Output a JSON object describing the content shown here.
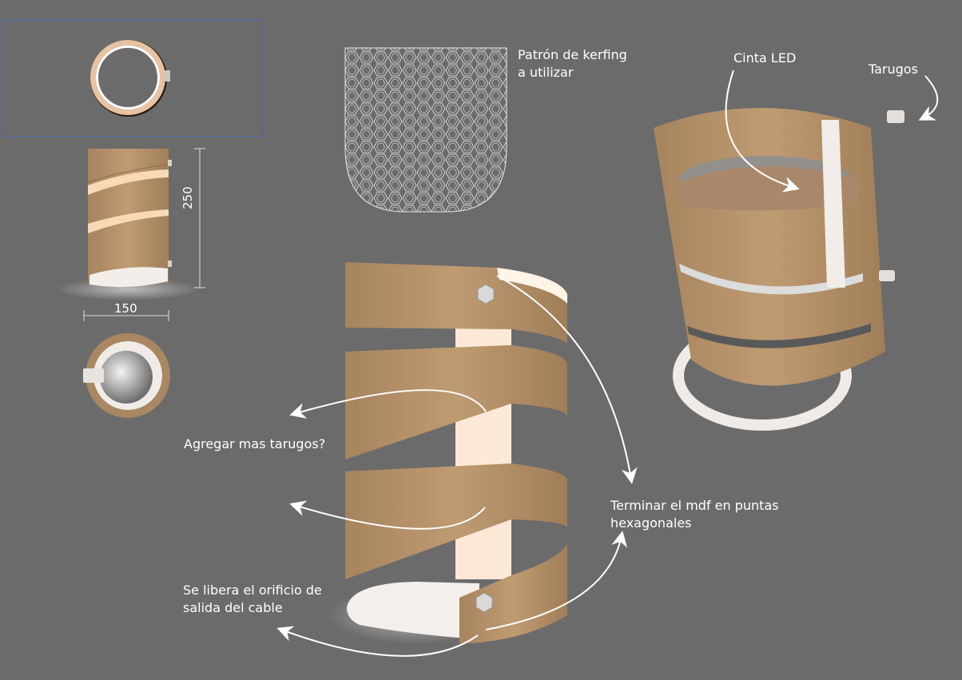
{
  "annotations": {
    "kerfing_pattern": [
      "Patrón de kerfing",
      "a utilizar"
    ],
    "led_strip": "Cinta LED",
    "dowels": "Tarugos",
    "add_dowels": "Agregar mas tarugos?",
    "hex_ends": [
      "Terminar el mdf en puntas",
      "hexagonales"
    ],
    "cable_hole": [
      "Se libera el orificio de",
      "salida del cable"
    ]
  },
  "dimensions": {
    "height": "250",
    "width": "150"
  },
  "colors": {
    "background": "#6b6b6b",
    "mdf": "#b8946c",
    "mdf_dark": "#9c7a55",
    "base_white": "#f3eeea",
    "glow": "#f4d2a8",
    "annotation": "#ffffff",
    "frame": "#4a67b0"
  }
}
